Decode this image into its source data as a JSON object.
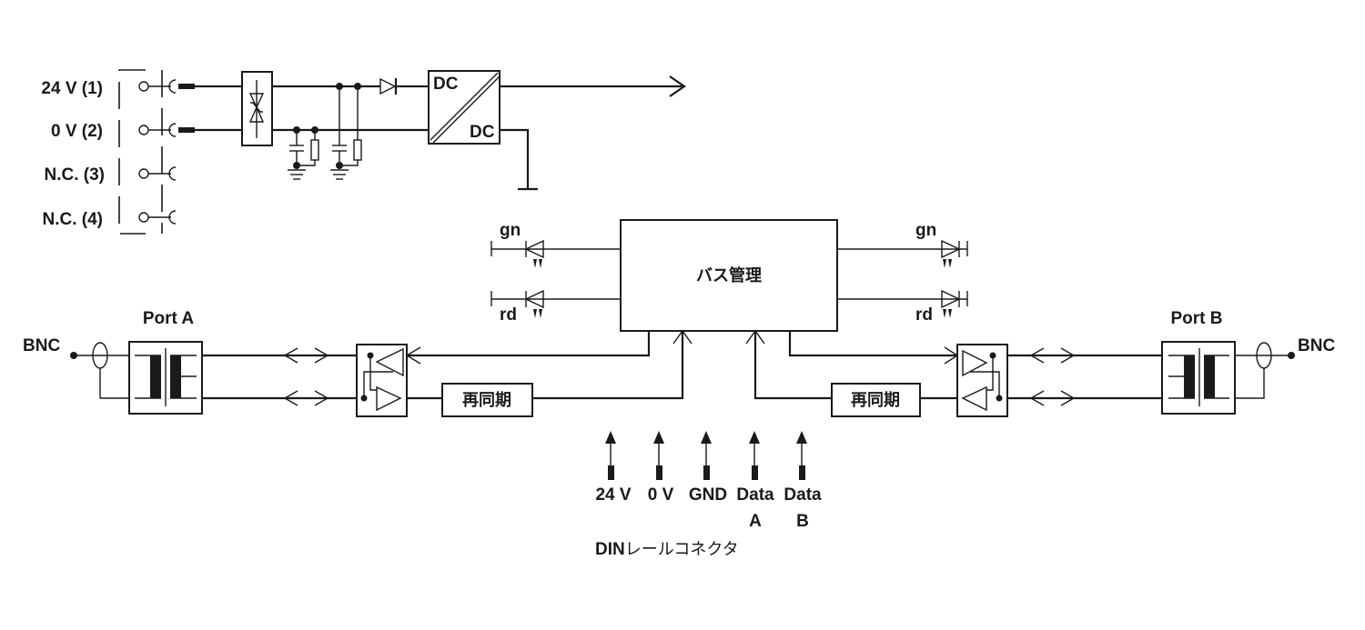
{
  "diagram": {
    "type": "block-diagram",
    "power_terminals": [
      {
        "label": "24 V (1)"
      },
      {
        "label": "0 V (2)"
      },
      {
        "label": "N.C. (3)"
      },
      {
        "label": "N.C. (4)"
      }
    ],
    "dc_converter": {
      "input_label": "DC",
      "output_label": "DC"
    },
    "bus_management": {
      "label": "バス管理"
    },
    "leds_left": [
      {
        "label": "gn"
      },
      {
        "label": "rd"
      }
    ],
    "leds_right": [
      {
        "label": "gn"
      },
      {
        "label": "rd"
      }
    ],
    "port_a": {
      "label": "Port A",
      "connector": "BNC"
    },
    "port_b": {
      "label": "Port B",
      "connector": "BNC"
    },
    "resync_left": {
      "label": "再同期"
    },
    "resync_right": {
      "label": "再同期"
    },
    "din_rail": {
      "title_bold": "DIN",
      "title_rest": "レールコネクタ",
      "pins": [
        {
          "line1": "24 V",
          "line2": ""
        },
        {
          "line1": "0 V",
          "line2": ""
        },
        {
          "line1": "GND",
          "line2": ""
        },
        {
          "line1": "Data",
          "line2": "A"
        },
        {
          "line1": "Data",
          "line2": "B"
        }
      ]
    }
  }
}
